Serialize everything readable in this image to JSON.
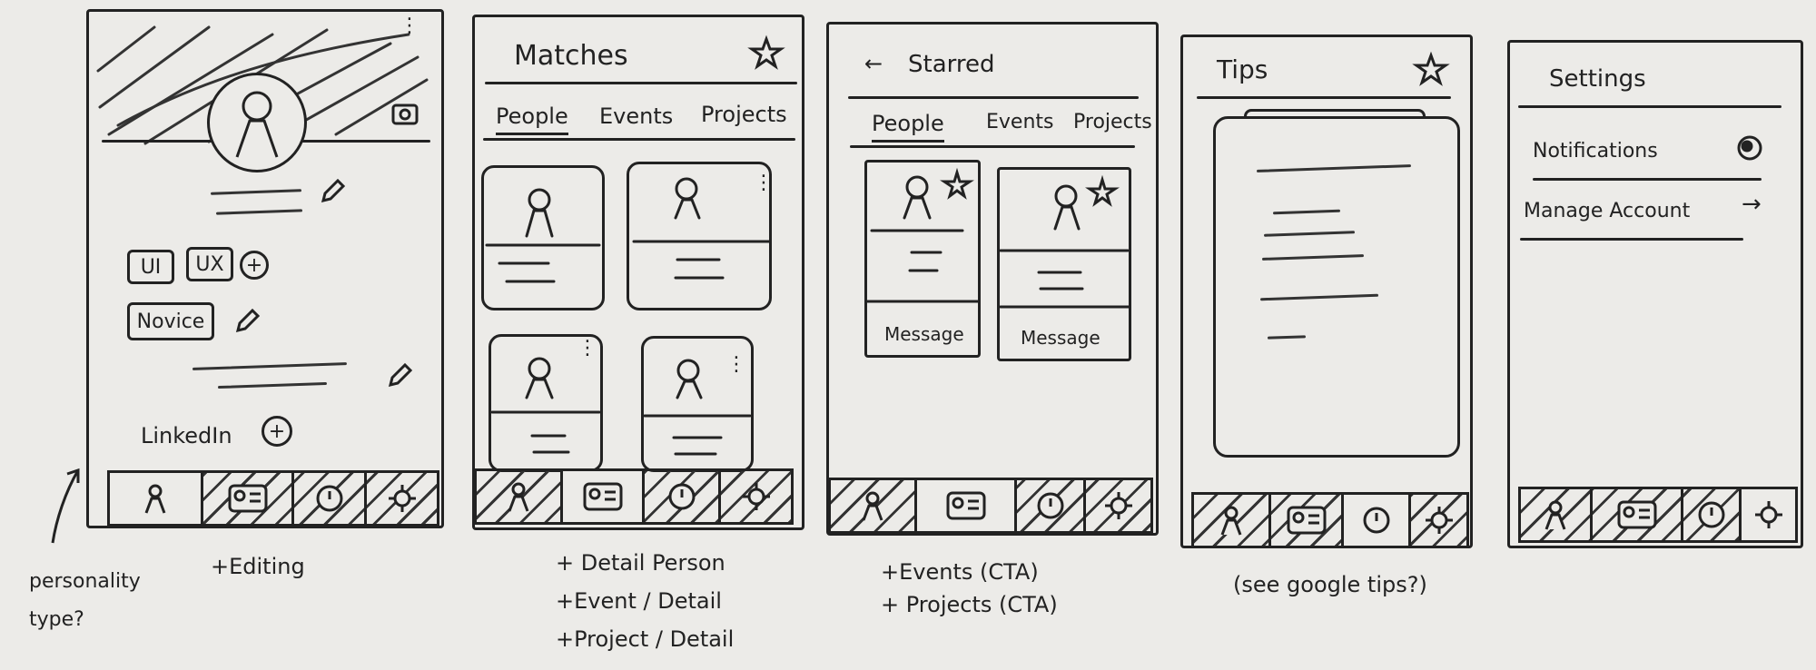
{
  "profile": {
    "tags": [
      "UI",
      "UX"
    ],
    "add_symbol": "+",
    "badge": "Novice",
    "linkedin": "LinkedIn",
    "note_personality": "personality type?",
    "note_below": "+Editing"
  },
  "matches": {
    "title": "Matches",
    "tabs": [
      "People",
      "Events",
      "Projects"
    ],
    "notes": [
      "+ Detail Person",
      "+Event / Detail",
      "+Project / Detail"
    ]
  },
  "starred": {
    "back": "←",
    "title": "Starred",
    "tabs": [
      "People",
      "Events",
      "Projects"
    ],
    "message": "Message",
    "notes": [
      "+Events (CTA)",
      "+ Projects (CTA)"
    ]
  },
  "tips": {
    "title": "Tips",
    "note": "(see google tips?)"
  },
  "settings": {
    "title": "Settings",
    "items": [
      "Notifications",
      "Manage Account"
    ],
    "arrow": "→"
  },
  "icons": [
    "star-icon",
    "person-icon",
    "profile-card-icon",
    "clock-icon",
    "gear-icon",
    "pencil-icon",
    "back-arrow-icon",
    "more-vert-icon",
    "toggle-icon"
  ]
}
